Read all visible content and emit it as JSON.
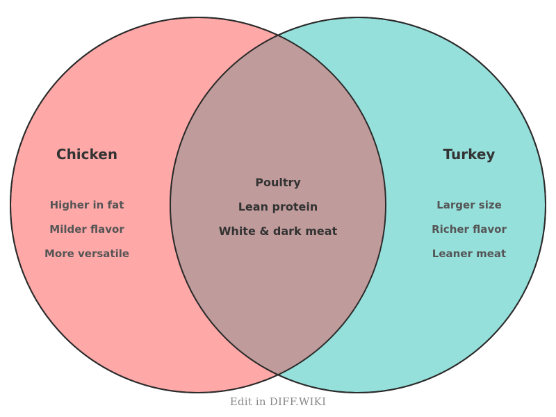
{
  "diagram": {
    "type": "venn-2set",
    "background_color": "#ffffff",
    "stroke_color": "#2b2b2b",
    "left_set": {
      "title": "Chicken",
      "fill_color": "#ffa8a8",
      "items": [
        "Higher in fat",
        "Milder flavor",
        "More versatile"
      ]
    },
    "right_set": {
      "title": "Turkey",
      "fill_color": "#96e0dc",
      "items": [
        "Larger size",
        "Richer flavor",
        "Leaner meat"
      ]
    },
    "intersection": {
      "fill_color": "#c09b9b",
      "items": [
        "Poultry",
        "Lean protein",
        "White & dark meat"
      ]
    }
  },
  "footer": {
    "credit": "Edit in DIFF.WIKI"
  }
}
